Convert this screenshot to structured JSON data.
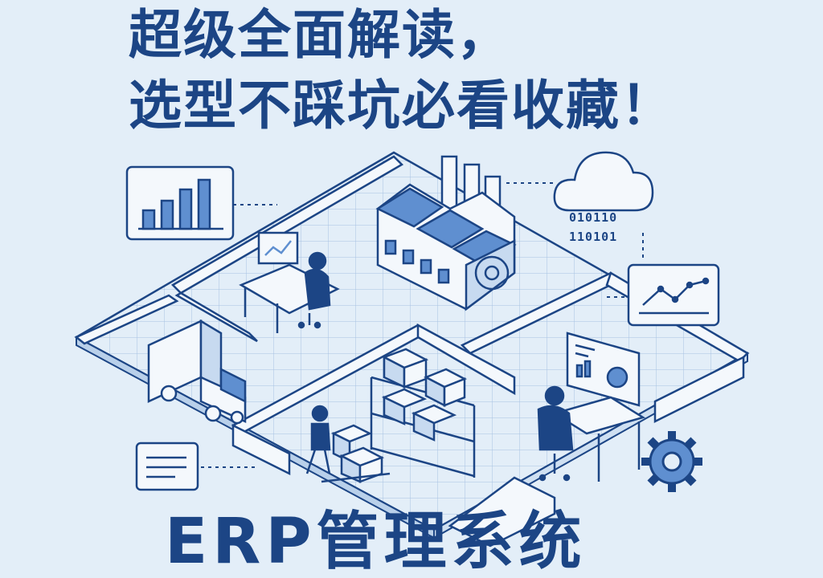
{
  "headline": {
    "line1": "超级全面解读，",
    "line2": "选型不踩坑必看收藏！"
  },
  "bottom_title": "ERP管理系统",
  "binary": {
    "line1": "010110",
    "line2": "110101"
  },
  "colors": {
    "background": "#e3eef8",
    "primary": "#1c4585",
    "accent": "#5f8fd0",
    "panel": "#f4f8fc"
  },
  "icons": [
    "bar-chart-icon",
    "cloud-icon",
    "line-chart-icon",
    "document-icon",
    "gear-icon",
    "factory-icon",
    "truck-icon"
  ]
}
